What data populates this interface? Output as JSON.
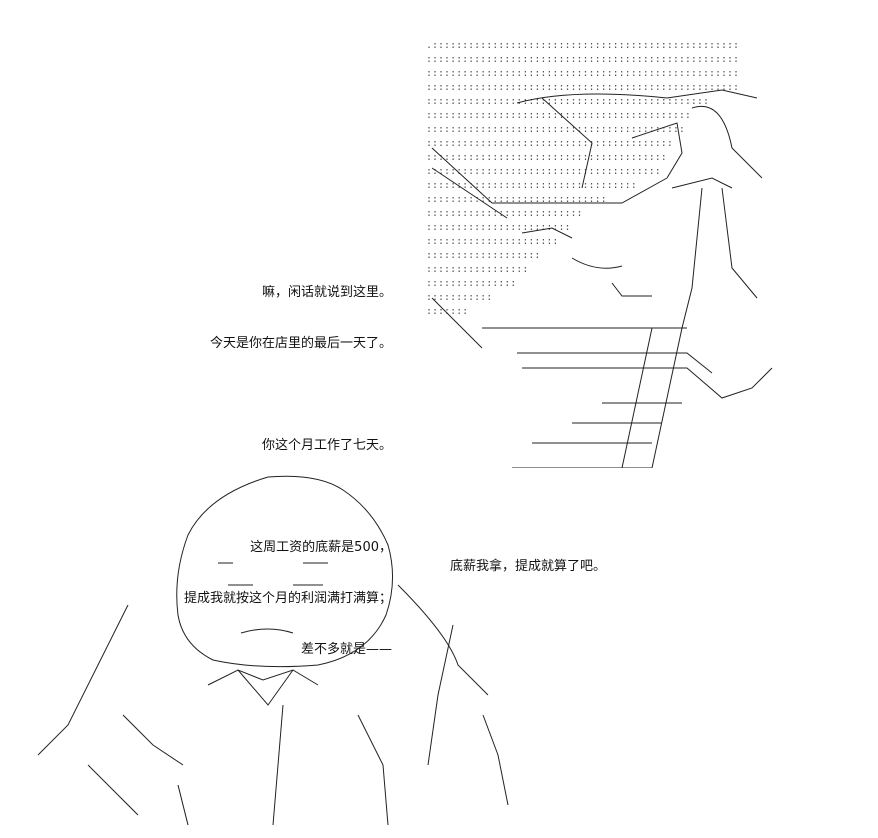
{
  "dialogue_top": {
    "lines": [
      "嘛，闲话就说到这里。",
      "今天是你在店里的最后一天了。",
      "",
      "你这个月工作了七天。",
      "",
      "这周工资的底薪是500，",
      "提成我就按这个月的利润满打满算；",
      "差不多就是——"
    ]
  },
  "dialogue_bottom": {
    "text": "底薪我拿，提成就算了吧。"
  },
  "colors": {
    "background": "#ffffff",
    "text": "#111111",
    "line_art": "#222222"
  },
  "art": {
    "manager_label": "ascii-art-manager",
    "worker_label": "ascii-art-worker"
  }
}
